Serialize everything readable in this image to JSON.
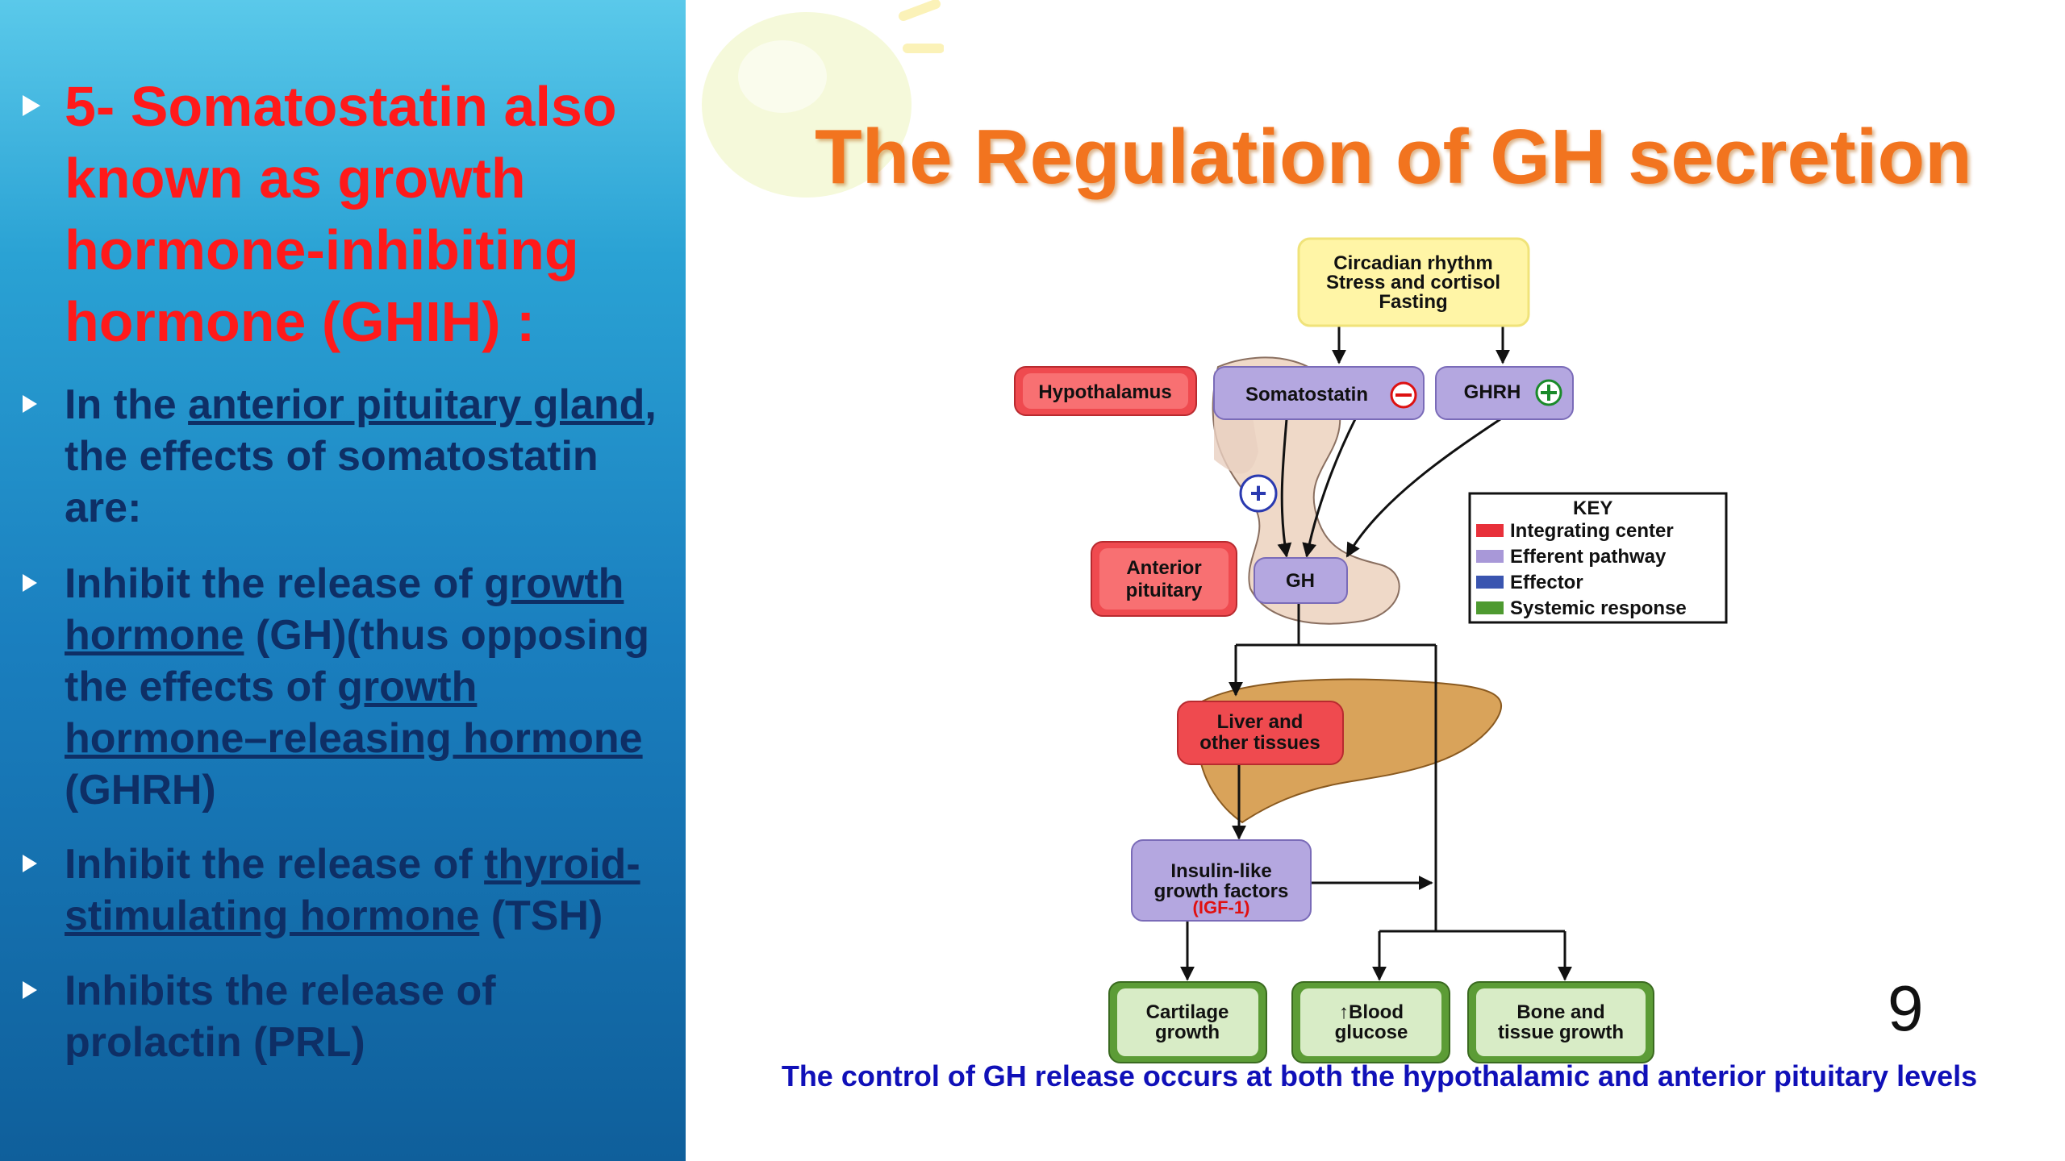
{
  "left": {
    "heading": "5- Somatostatin also known as growth hormone-inhibiting hormone (GHIH) :",
    "bullet1": {
      "prefix": "In the ",
      "link": "anterior pituitary gland",
      "suffix": ", the effects of somatostatin are:"
    },
    "bullet2": {
      "prefix": "Inhibit the release of ",
      "link1": "growth hormone",
      "middle": " (GH)(thus opposing the effects of ",
      "link2": "growth hormone–releasing hormone",
      "suffix": " (GHRH)"
    },
    "bullet3": {
      "prefix": "Inhibit the release of ",
      "link": "thyroid-stimulating hormone",
      "suffix": " (TSH)"
    },
    "bullet4": "Inhibits the release of prolactin (PRL)"
  },
  "right": {
    "title": "The Regulation of GH secretion",
    "caption": "The control of GH release occurs at both the hypothalamic and anterior pituitary levels",
    "page_number": "9"
  },
  "diagram": {
    "stimuli": [
      "Circadian rhythm",
      "Stress and cortisol",
      "Fasting"
    ],
    "hypothalamus": "Hypothalamus",
    "somatostatin": "Somatostatin",
    "ghrh": "GHRH",
    "plus_sign": "+",
    "anterior_pituitary": [
      "Anterior",
      "pituitary"
    ],
    "gh": "GH",
    "liver": [
      "Liver and",
      "other tissues"
    ],
    "igf": [
      "Insulin-like",
      "growth factors"
    ],
    "igf_abbrev": "(IGF-1)",
    "cartilage": [
      "Cartilage",
      "growth"
    ],
    "blood_glucose": [
      "↑Blood",
      "glucose"
    ],
    "bone": [
      "Bone and",
      "tissue growth"
    ],
    "key": {
      "title": "KEY",
      "items": [
        {
          "label": "Integrating center",
          "color": "#e8303a"
        },
        {
          "label": "Efferent pathway",
          "color": "#a898d8"
        },
        {
          "label": "Effector",
          "color": "#3a55b0"
        },
        {
          "label": "Systemic response",
          "color": "#4e9a30"
        }
      ]
    },
    "colors": {
      "integrating": "#ef4a4f",
      "efferent": "#b4a7e0",
      "response": "#5c9c36",
      "stimulus": "#fff5a6",
      "liver": "#d9a35a",
      "gland": "#efd9c8",
      "title": "#f2741f",
      "caption": "#1010b8"
    }
  }
}
